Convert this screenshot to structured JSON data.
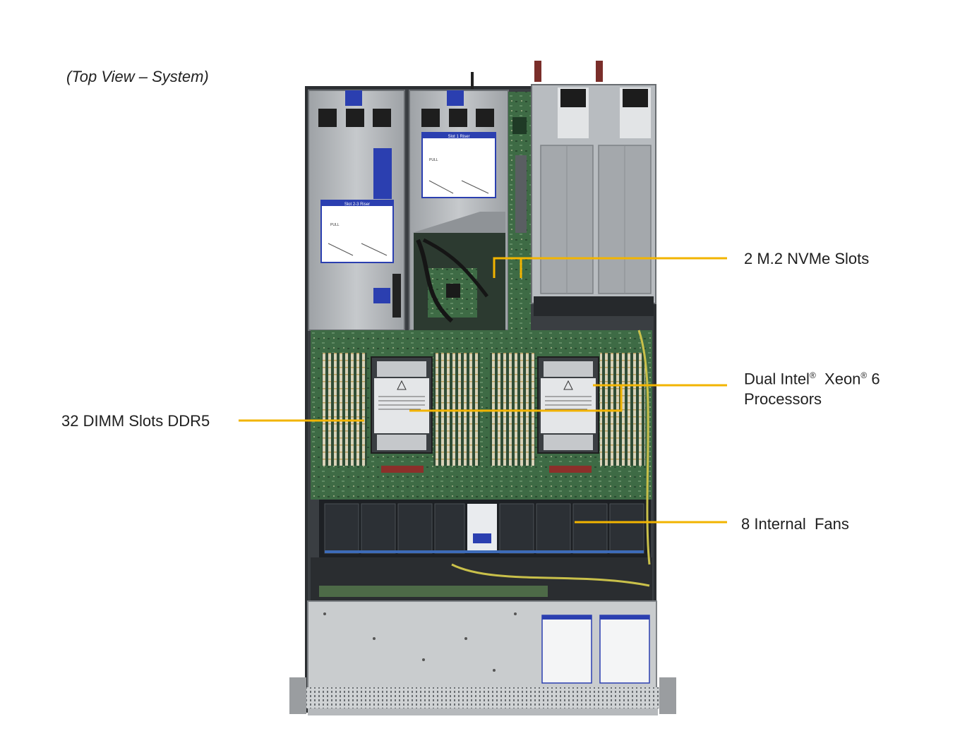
{
  "view_title": "(Top View – System)",
  "callouts": {
    "m2": "2 M.2 NVMe Slots",
    "cpu_line1_a": "Dual Intel",
    "cpu_line1_b": "Xeon",
    "cpu_line1_c": "6",
    "cpu_registered": "®",
    "cpu_line2": "Processors",
    "dimm": "32 DIMM Slots DDR5",
    "fans": "8 Internal  Fans"
  },
  "riser_labels": {
    "slot1": "Slot 1 Riser",
    "slot2_3": "Slot 2-3 Riser",
    "pull": "PULL"
  },
  "colors": {
    "callout_line": "#f2b400",
    "chassis_gray": "#a9adb2",
    "board_green": "#3e6b45",
    "label_blue": "#2b3fb0"
  }
}
